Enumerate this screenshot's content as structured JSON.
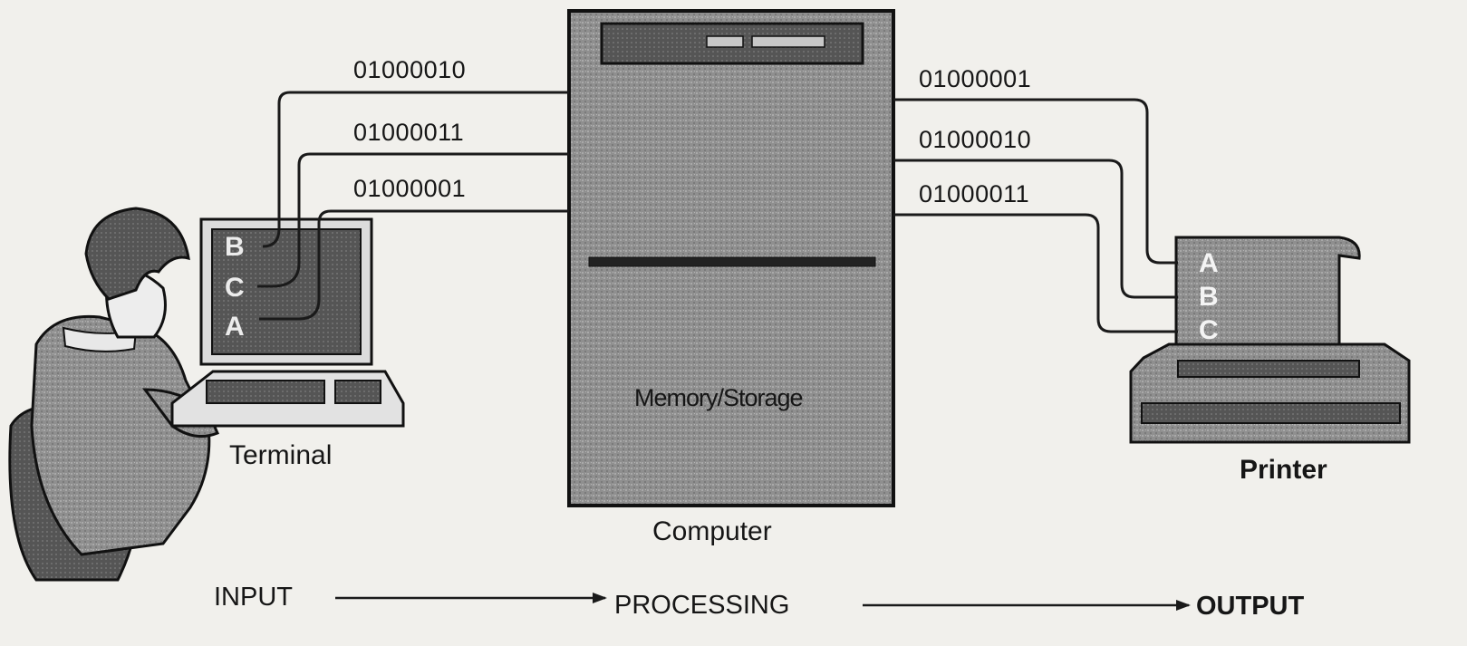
{
  "input_binary": [
    "01000010",
    "01000011",
    "01000001"
  ],
  "output_binary": [
    "01000001",
    "01000010",
    "01000011"
  ],
  "terminal": {
    "label": "Terminal",
    "screen_letters": [
      "B",
      "C",
      "A"
    ]
  },
  "computer": {
    "label": "Computer",
    "memory_label": "Memory/Storage"
  },
  "printer": {
    "label": "Printer",
    "paper_letters": [
      "A",
      "B",
      "C"
    ]
  },
  "flow": {
    "input": "INPUT",
    "processing": "PROCESSING",
    "output": "OUTPUT"
  },
  "colors": {
    "background": "#f1f0ec",
    "device_gray": "#9a9a9a",
    "line": "#1a1a1a"
  }
}
